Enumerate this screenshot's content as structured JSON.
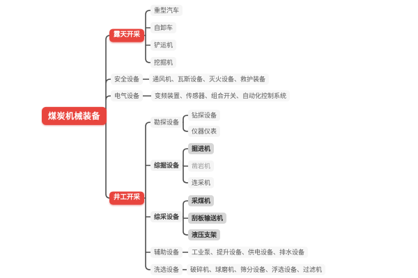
{
  "palette": {
    "accent_red": "#e8453e",
    "item_bg": "#f5f5f5",
    "highlight_bg": "#d6d6d6",
    "line_color": "#4d4d4d",
    "text_color": "#565656"
  },
  "tree": {
    "root": {
      "label": "煤炭机械装备"
    },
    "branches": [
      {
        "label": "露天开采",
        "children": [
          "重型汽车",
          "自卸车",
          "铲运机",
          "挖掘机"
        ]
      },
      {
        "label": "安全设备",
        "items": "通风机、瓦斯设备、灭火设备、救护装备"
      },
      {
        "label": "电气设备",
        "items": "变频装置、传感器、组合开关、自动化控制系统"
      },
      {
        "label": "井工开采",
        "children": [
          {
            "label": "勘探设备",
            "children": [
              "钻探设备",
              "仪器仪表"
            ]
          },
          {
            "label": "综掘设备",
            "children": [
              "掘进机",
              "凿岩机",
              "连采机"
            ]
          },
          {
            "label": "综采设备",
            "children": [
              "采煤机",
              "刮板输送机",
              "液压支架"
            ]
          },
          {
            "label": "辅助设备",
            "items": "工业泵、提升设备、供电设备、排水设备"
          },
          {
            "label": "洗选设备",
            "items": "破碎机、球磨机、筛分设备、浮选设备、过滤机"
          }
        ]
      }
    ]
  }
}
